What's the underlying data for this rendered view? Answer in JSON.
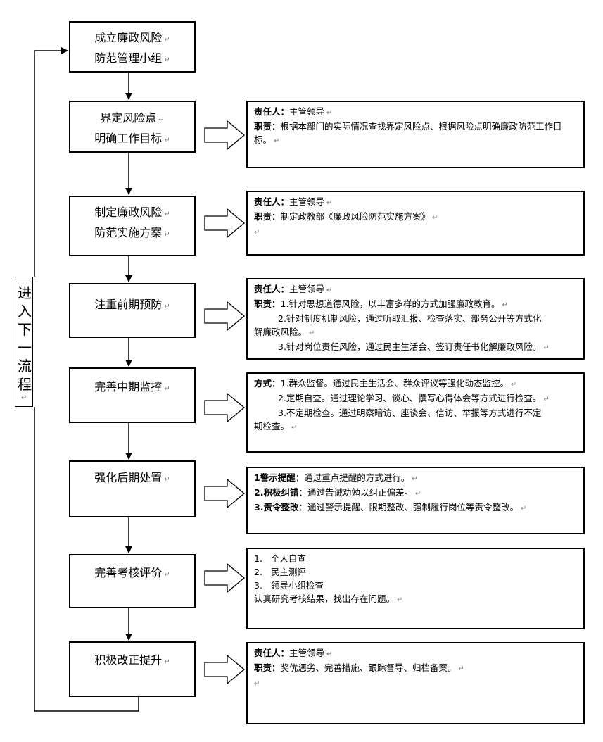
{
  "steps": [
    {
      "l1": "成立廉政风险",
      "l2": "防范管理小组"
    },
    {
      "l1": "界定风险点",
      "l2": "明确工作目标"
    },
    {
      "l1": "制定廉政风险",
      "l2": "防范实施方案"
    },
    {
      "l1": "注重前期预防",
      "l2": ""
    },
    {
      "l1": "完善中期监控",
      "l2": ""
    },
    {
      "l1": "强化后期处置",
      "l2": ""
    },
    {
      "l1": "完善考核评价",
      "l2": ""
    },
    {
      "l1": "积极改正提升",
      "l2": ""
    }
  ],
  "loop_label": [
    "进",
    "入",
    "下",
    "一",
    "流",
    "程"
  ],
  "box1": {
    "resp_label": "责任人：",
    "resp_value": "主管领导",
    "duty_label": "职责：",
    "duty_text": "根据本部门的实际情况查找界定风险点、根据风险点明确廉政防范工作目标。"
  },
  "box2": {
    "resp_label": "责任人：",
    "resp_value": "主管领导",
    "duty_label": "职责：",
    "duty_text": "制定政教部《廉政风险防范实施方案》"
  },
  "box3": {
    "resp_label": "责任人：",
    "resp_value": "主管领导",
    "duty_label": "职责：",
    "item1": "1.针对思想道德风险，以丰富多样的方式加强廉政教育。",
    "item2a": "2.针对制度机制风险，通过听取汇报、检查落实、部务公开等方式化",
    "item2b": "解廉政风险。",
    "item3": "3.针对岗位责任风险，通过民主生活会、签订责任书化解廉政风险。"
  },
  "box4": {
    "label": "方式：",
    "item1": "1.群众监督。通过民主生活会、群众评议等强化动态监控。",
    "item2": "2.定期自查。通过理论学习、谈心、撰写心得体会等方式进行检查。",
    "item3a": "3.不定期检查。通过明察暗访、座谈会、信访、举报等方式进行不定",
    "item3b": "期检查。"
  },
  "box5": {
    "item1_label": "1警示提醒",
    "item1_text": "：通过重点提醒的方式进行。",
    "item2_label": "2.积极纠错",
    "item2_text": "：通过告诫劝勉以纠正偏差。",
    "item3_label": "3.责令整改",
    "item3_text": "：通过警示提醒、限期整改、强制履行岗位等责令整改。"
  },
  "box6": {
    "item1": "1.   个人自查",
    "item2": "2.   民主测评",
    "item3": "3.   领导小组检查",
    "summary": "认真研究考核结果，找出存在问题。"
  },
  "box7": {
    "resp_label": "责任人：",
    "resp_value": "主管领导",
    "duty_label": "职责：",
    "duty_text": "奖优惩劣、完善措施、跟踪督导、归档备案。"
  },
  "para_mark": "↵"
}
